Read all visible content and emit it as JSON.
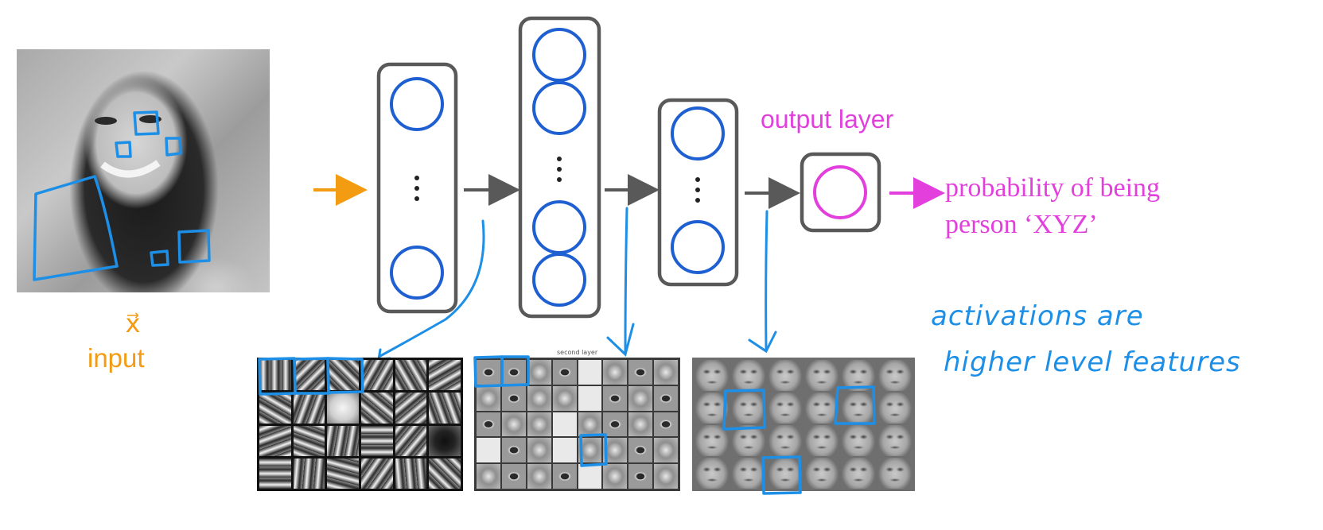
{
  "input": {
    "vector_symbol": "x⃗",
    "label": "input"
  },
  "output": {
    "layer_label": "output layer",
    "result_line1": "probability of being",
    "result_line2": "person ‘XYZ’"
  },
  "annotation": {
    "line1": "activations are",
    "line2": "higher level features"
  },
  "feature_grids": {
    "second_layer_caption": "second layer"
  },
  "colors": {
    "input_accent": "#f39c12",
    "output_accent": "#e23fdd",
    "neuron_blue": "#1e5fd1",
    "annotation_blue": "#1d8fe6",
    "box_gray": "#595959"
  }
}
